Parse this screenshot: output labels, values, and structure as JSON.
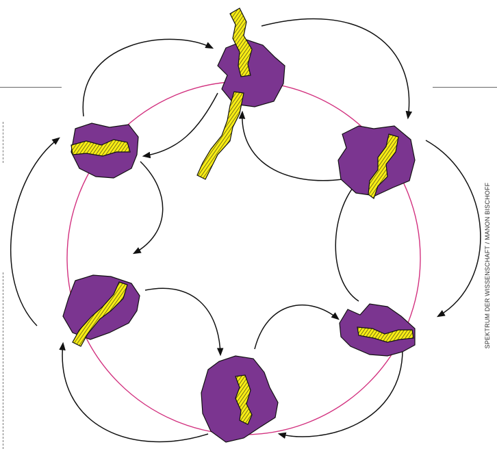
{
  "credit": "SPEKTRUM DER WISSENSCHAFT / MANON BISCHOFF",
  "colors": {
    "protein_fill": "#7b3590",
    "chain_fill": "#f7ec14",
    "cycle_ring": "#d2317f",
    "arrow": "#111111",
    "rule": "#666666"
  },
  "cycle": {
    "stage_count": 6,
    "stages": [
      {
        "name": "top",
        "chain_state": "threading-through"
      },
      {
        "name": "upper-right",
        "chain_state": "bound"
      },
      {
        "name": "lower-right",
        "chain_state": "bound"
      },
      {
        "name": "bottom",
        "chain_state": "bound"
      },
      {
        "name": "lower-left",
        "chain_state": "bound"
      },
      {
        "name": "upper-left",
        "chain_state": "bound"
      }
    ]
  }
}
